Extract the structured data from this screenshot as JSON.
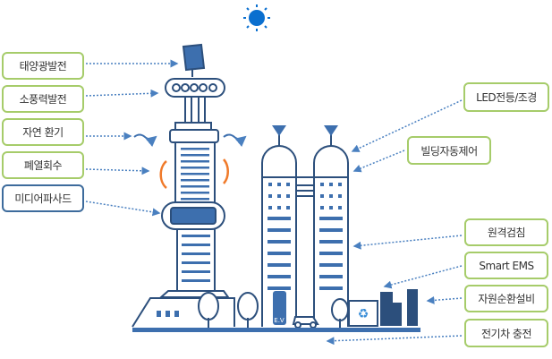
{
  "left_labels": [
    {
      "text": "태양광발전"
    },
    {
      "text": "소풍력발전"
    },
    {
      "text": "자연 환기"
    },
    {
      "text": "폐열회수"
    },
    {
      "text": "미디어파사드"
    }
  ],
  "right_labels": [
    {
      "text": "LED전등/조경"
    },
    {
      "text": "빌딩자동제어"
    },
    {
      "text": "원격검침"
    },
    {
      "text": "Smart EMS"
    },
    {
      "text": "자원순환설비"
    },
    {
      "text": "전기차 충전"
    }
  ],
  "ev_sign": "E.V",
  "colors": {
    "primary": "#3d6fae",
    "dark": "#2c4f7c",
    "green_border": "#a6cc6a",
    "orange": "#f07a2a",
    "sun": "#0a6fcf"
  }
}
